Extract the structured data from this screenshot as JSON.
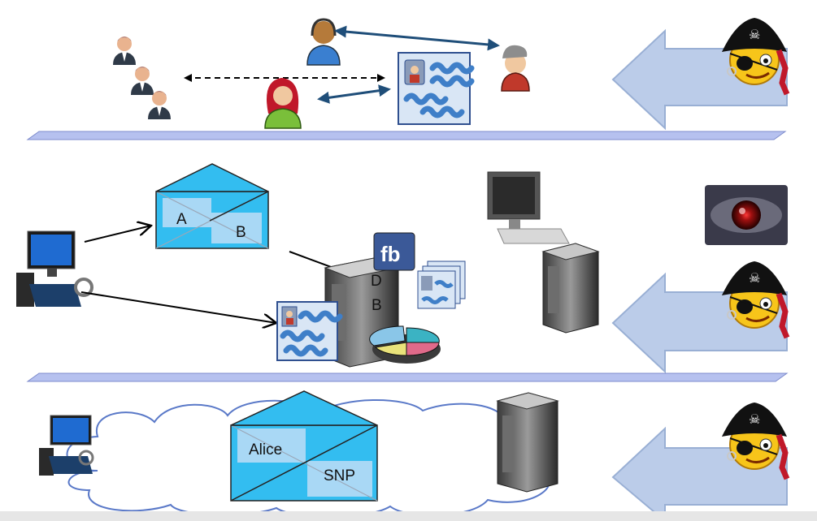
{
  "colors": {
    "envelope_fill": "#33bdf0",
    "envelope_panel": "#a9d8f5",
    "layer_line": "#8b9bd8",
    "arrow_navy": "#1f4e79",
    "big_arrow": "#b4c7e7",
    "cloud_stroke": "#5a79c8"
  },
  "icons": {
    "user_group": "business-users-icon",
    "person": "user-avatar-icon",
    "profile": "profile-card-icon",
    "computer": "desktop-computer-icon",
    "server": "server-tower-icon",
    "chart": "pie-chart-icon",
    "social": "facebook-icon",
    "eye": "surveillance-eye-icon",
    "attacker": "pirate-smiley-icon"
  },
  "layer2": {
    "envelope": {
      "label_a": "A",
      "label_b": "B"
    },
    "server": {
      "label_d": "D",
      "label_b": "B"
    },
    "social_badge": "fb"
  },
  "layer3": {
    "envelope": {
      "label_sender": "Alice",
      "label_receiver": "SNP"
    }
  }
}
